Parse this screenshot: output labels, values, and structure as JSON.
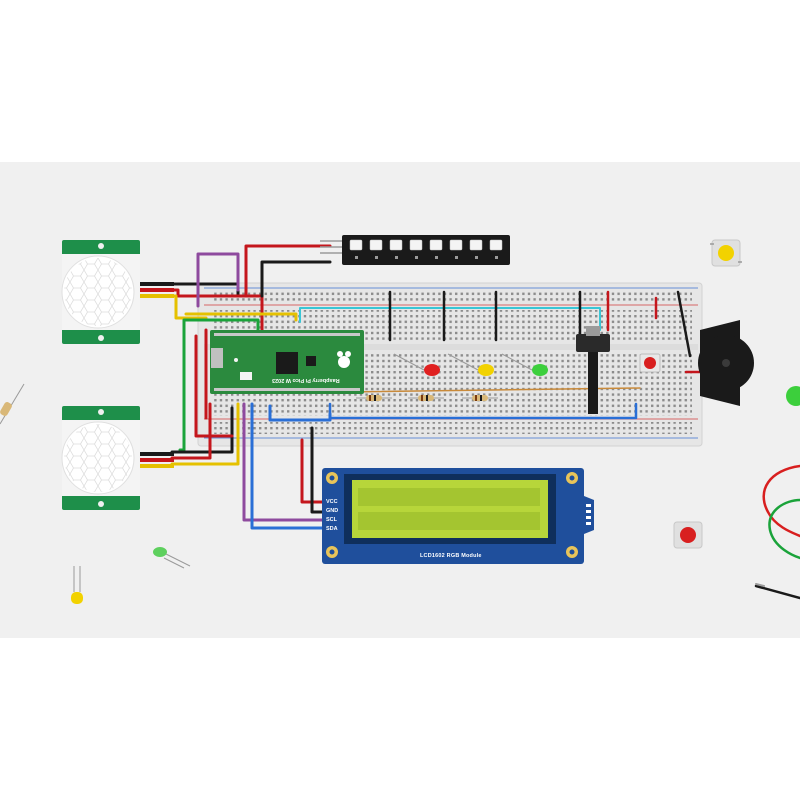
{
  "lcd": {
    "module_label": "LCD1602 RGB Module",
    "pins": [
      "VCC",
      "GND",
      "SCL",
      "SDA"
    ]
  },
  "pico": {
    "board_label": "Raspberry Pi Pico W 2023"
  },
  "colors": {
    "background_band": "#f0f0f0",
    "breadboard": "#e9e9e9",
    "pir_pcb": "#1e8f4a",
    "pico_pcb": "#2b8a3e",
    "lcd_pcb": "#1f4f9c",
    "lcd_screen": "#b7d63a",
    "wire_red": "#c4161c",
    "wire_black": "#1a1a1a",
    "wire_yellow": "#e5c100",
    "wire_green": "#1aa33a",
    "wire_purple": "#8e4a9e",
    "wire_blue": "#2a6fd6",
    "wire_cyan": "#39c6d6"
  },
  "components": {
    "pir_sensors": 2,
    "rgb_strip_leds": 8,
    "traffic_leds": [
      "red",
      "yellow",
      "green"
    ],
    "resistors_on_board": 3,
    "loose_parts": [
      "push-button-yellow",
      "push-button-red",
      "led-green",
      "led-yellow",
      "resistor",
      "jumper-wires",
      "led-green-partial"
    ]
  }
}
